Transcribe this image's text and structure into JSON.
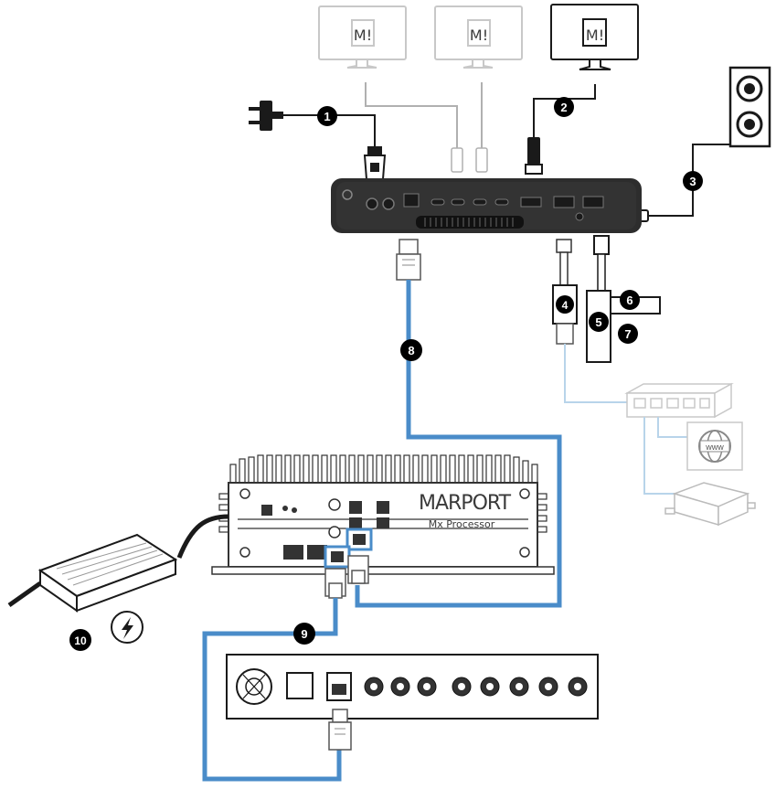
{
  "diagram": {
    "processor": {
      "brand": "MARPORT",
      "model": "Mx Processor"
    },
    "monitor_logo": "M!",
    "www_label": "www",
    "callouts": [
      "1",
      "2",
      "3",
      "4",
      "5",
      "6",
      "7",
      "8",
      "9",
      "10"
    ],
    "colors": {
      "ethernet_cable": "#4a8cc9",
      "lan_cable_light": "#b8d4ea",
      "inactive_outline": "#c8c8c8",
      "device_dark": "#2a2a2a",
      "callout_fill": "#000000"
    },
    "icons": [
      "power-plug-icon",
      "monitor-icon",
      "speaker-icon",
      "usb-dongle-icon",
      "network-switch-icon",
      "globe-icon",
      "lightning-icon"
    ]
  }
}
